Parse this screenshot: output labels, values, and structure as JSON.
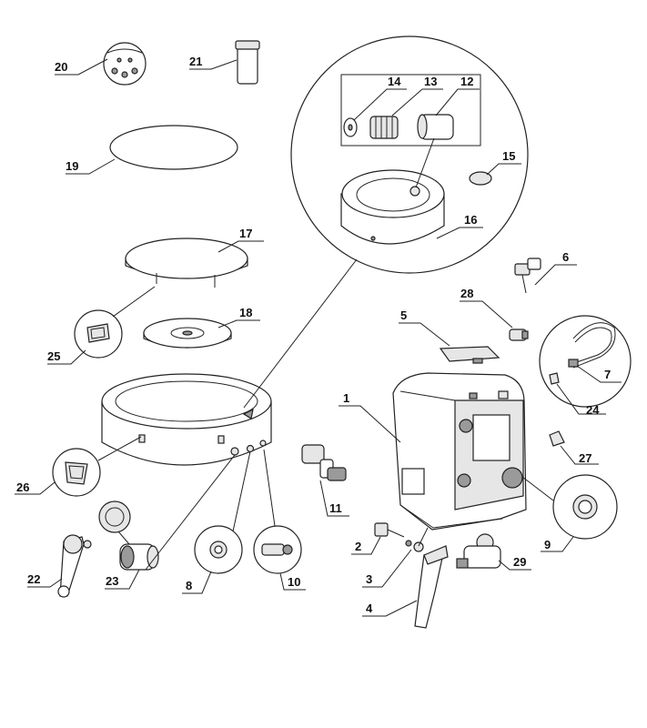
{
  "colors": {
    "line": "#222222",
    "text": "#111111",
    "background": "#ffffff"
  },
  "callouts": {
    "p1": "1",
    "p2": "2",
    "p3": "3",
    "p4": "4",
    "p5": "5",
    "p6": "6",
    "p7": "7",
    "p8": "8",
    "p9": "9",
    "p10": "10",
    "p11": "11",
    "p12": "12",
    "p13": "13",
    "p14": "14",
    "p15": "15",
    "p16": "16",
    "p17": "17",
    "p18": "18",
    "p19": "19",
    "p20": "20",
    "p21": "21",
    "p22": "22",
    "p23": "23",
    "p24": "24",
    "p25": "25",
    "p26": "26",
    "p27": "27",
    "p28": "28",
    "p29": "29"
  }
}
